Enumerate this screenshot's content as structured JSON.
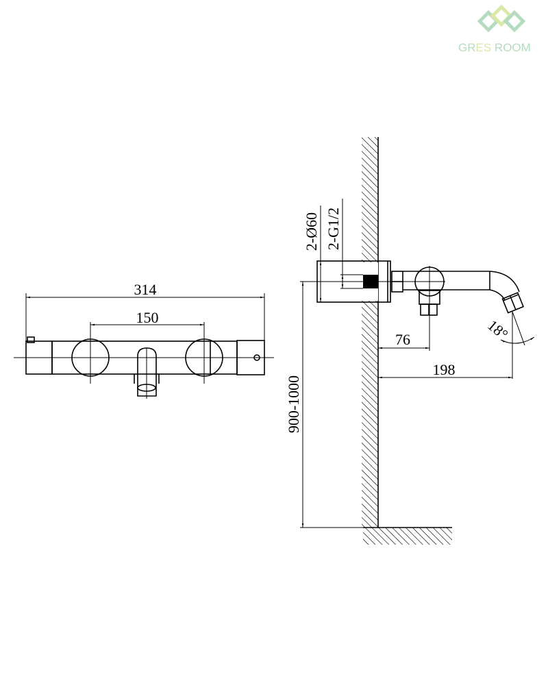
{
  "logo": {
    "text_part1": "GR",
    "text_part2": "ES",
    "text_part3": " ROOM",
    "color_green": "#b5dcc0",
    "color_lime": "#dbe9a8"
  },
  "front_view": {
    "overall_width": "314",
    "handle_spacing": "150"
  },
  "side_view": {
    "flange_diameter": "2-Ø60",
    "thread": "2-G1/2",
    "installation_height": "900-1000",
    "wall_to_center": "76",
    "projection": "198",
    "spout_angle": "18°"
  }
}
